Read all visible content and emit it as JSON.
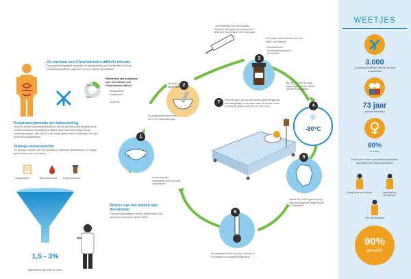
{
  "intro": {
    "title_plain": "Zo ontstaat een ",
    "title_italic": "Clostridioides difficile",
    "title_end": " infectie",
    "text": "Door antibioticagebruik verandert de samenstelling van de darmflora en kan Clostridioides difficile uitgroeien en een infectie veroorzaken."
  },
  "effect": {
    "title": "Effectiviteit van antibiotica voor een infectie met Clostridioides difficile",
    "pct_cured": "20%",
    "pct_recurrence": "80%",
    "label_recurrence": "Bacterie blijft terugkomen",
    "label_cured": "Genezen"
  },
  "poep": {
    "title": "Poeptransplantatie als behandeling",
    "text": "Het idee achter poeptransplantaties is dat de darmflora van de patiënt zich herstelt waardoor Clostridioides difficile geen kans meer krijgt zich te vermenigvuldigen. Het LUMC is het enige ziekenhuis in Nederland met een fecestransplantatiebank."
  },
  "selectie": {
    "title": "Strenge donorselectie",
    "text": "De donoren worden met een speciaal programma geselecteerd. Er mogen geen mensen af door ziektes."
  },
  "tests": {
    "t1": "Vragenlijsten",
    "t2": "Bloedonderzoek",
    "t3": "Poeponderzoek"
  },
  "funnel": {
    "value": "1,5 - 3%",
    "caption": "Blijkt slechts geschikt als donor"
  },
  "process": {
    "title": "Proces van het maken van donorpoep",
    "text": "Geschikte kandidaten moeten iedere week hun donorpoep inleveren bij het LUMC."
  },
  "steps": {
    "s1": "De poep wordt binnen twee uur in het ziekenhuis zijn.",
    "s1b": "In een speciale opvangbak wordt de poep opgevangen.",
    "s2": "De poep wordt fijngemalen...",
    "s3a": "...en vermengd met een speciale vloeistof (10% glycerol) zodat goede bacteriën blij invriezen met dood gaan.",
    "s3b": "Het buisje wordt voorzien van een etiket, met daarop:",
    "s3c": "- Donornummer\n- Houdbaarheidsdatum\n- Invriesfield",
    "s4a": "Bij -80°C wordt de poep opgeslagen zonder dat de bacteriën doodgaan.",
    "s4temp": "-80°C",
    "s5": "Vanuit het LUMC gaat de poep naar aanvragende ziekenhuizen in Nederland",
    "s6": "Na aankomst wordt de poep ontdooid in de koelkast of bij kamertemperatuur",
    "s7": "Het inbrengen van de donorpoep gaat meestal via een maagsluipje in de twee maan de dunner darm en alles bij elkaar duurt het zo 2 tot 3 uur."
  },
  "badges": [
    "1",
    "2",
    "3",
    "4",
    "5",
    "6",
    "7"
  ],
  "weetjes": {
    "title": "WEETJES",
    "stat1_value": "3.000",
    "stat1_text": "Clostridioides difficile infecties per jaar in Nederland",
    "stat2_value": "73 jaar",
    "stat2_text": "gemiddelde leeftijd",
    "stat3_value": "60%",
    "stat3_text": "is vrouw",
    "team_text": "Externe en interne specialisten beoordelen aanvraag voor poeptransplantatie",
    "team1": "Maag, darm en leverarts",
    "team2": "Internisten en infectiologen",
    "team3": "Arts microbiologen",
    "final_value": "90%",
    "final_text": "geneest!"
  },
  "colors": {
    "blue": "#1a8fcf",
    "light_blue": "#8fcdef",
    "green": "#6fbf3f",
    "orange": "#f0a020",
    "panel": "#dcedf9"
  }
}
